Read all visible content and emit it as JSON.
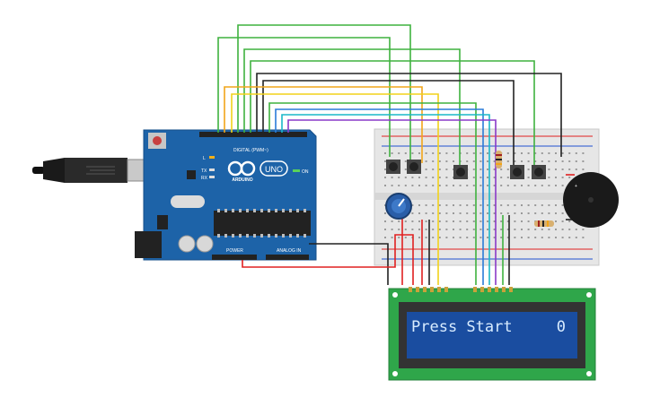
{
  "board": {
    "brand": "ARDUINO",
    "model": "UNO",
    "header_top_label": "DIGITAL (PWM~)",
    "power_label": "POWER",
    "analog_label": "ANALOG IN",
    "pin_l": "L",
    "pin_tx": "TX",
    "pin_rx": "RX",
    "on_label": "ON"
  },
  "lcd": {
    "line1_left": "Press Start",
    "line1_right": "0"
  },
  "colors": {
    "board_blue": "#1d63a8",
    "lcd_bg": "#1a4da0",
    "breadboard": "#e6e6e6",
    "wire_green": "#3fb23f",
    "wire_black": "#222222",
    "wire_orange": "#f2a51a",
    "wire_yellow": "#f2d21a",
    "wire_red": "#e02020",
    "wire_blue": "#2a7bd8",
    "wire_cyan": "#1ab8c8",
    "wire_purple": "#8a3ac8"
  }
}
